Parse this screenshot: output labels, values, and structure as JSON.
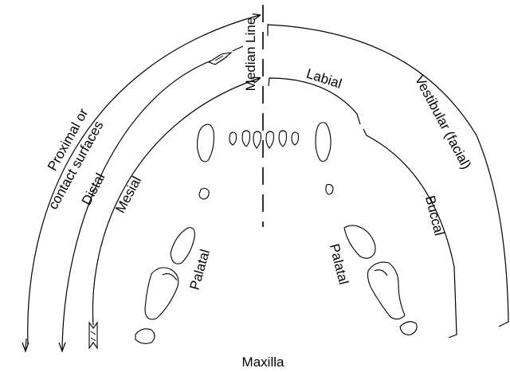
{
  "labels": {
    "median_line": "Median Line",
    "labial": "Labial",
    "vestibular": "Vestibular (facial)",
    "buccal": "Buccal",
    "palatal_left": "Palatal",
    "palatal_right": "Palatal",
    "proximal_line1": "Proximal or",
    "proximal_line2": "contact surfaces",
    "distal": "Distal",
    "mesial": "Mesial",
    "caption": "Maxilla"
  }
}
